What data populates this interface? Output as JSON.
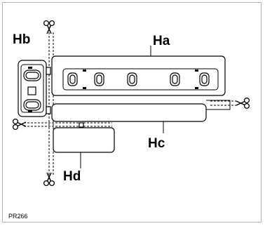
{
  "figure": {
    "labels": {
      "ha": "Ha",
      "hb": "Hb",
      "hc": "Hc",
      "hd": "Hd"
    },
    "figure_code": "PR266",
    "icons": [
      "scissors-icon"
    ]
  }
}
